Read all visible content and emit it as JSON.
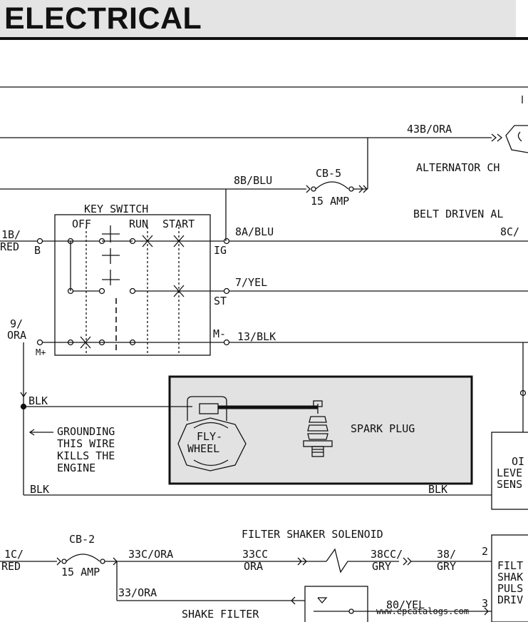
{
  "header": {
    "title": "ELECTRICAL"
  },
  "labels": {
    "wire_43b": "43B/ORA",
    "alternator": "ALTERNATOR CH",
    "wire_8b": "8B/BLU",
    "cb5": "CB-5",
    "cb5_amp": "15 AMP",
    "belt_driven": "BELT DRIVEN AL",
    "key_switch": "KEY SWITCH",
    "sw_off": "OFF",
    "sw_run": "RUN",
    "sw_start": "START",
    "wire_8a": "8A/BLU",
    "wire_8c": "8C/",
    "wire_1b": "1B/",
    "red_left": "RED",
    "term_b": "B",
    "term_ig": "IG",
    "wire_7": "7/YEL",
    "term_st": "ST",
    "wire_9": "9/",
    "ora_left": "ORA",
    "term_m_minus": "M-",
    "wire_13": "13/BLK",
    "term_m_plus": "M+",
    "blk_top": "BLK",
    "ground_1": "GROUNDING",
    "ground_2": "THIS WIRE",
    "ground_3": "KILLS THE",
    "ground_4": "ENGINE",
    "fly": "FLY-",
    "wheel": "WHEEL",
    "spark_plug": "SPARK PLUG",
    "blk_bottom_left": "BLK",
    "blk_bottom_right": "BLK",
    "oil_1": "OI",
    "oil_2": "LEVE",
    "oil_3": "SENS",
    "filter_shaker": "FILTER SHAKER SOLENOID",
    "cb2": "CB-2",
    "cb2_amp": "15 AMP",
    "wire_1c": "1C/",
    "red_bottom": "RED",
    "wire_33c": "33C/ORA",
    "wire_33cc": "33CC",
    "ora_33cc": "ORA",
    "wire_38cc": "38CC/",
    "gry_38cc": "GRY",
    "wire_38": "38/",
    "gry_38": "GRY",
    "pin_2": "2",
    "pin_3": "3",
    "filt_1": "FILT",
    "filt_2": "SHAK",
    "filt_3": "PULS",
    "filt_4": "DRIV",
    "wire_33": "33/ORA",
    "wire_80": "80/YEL",
    "shake_filter": "SHAKE FILTER",
    "watermark": "www.epcatalogs.com"
  }
}
